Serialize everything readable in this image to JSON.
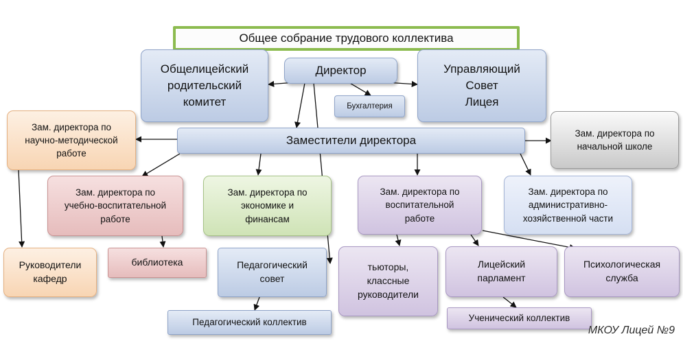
{
  "nodes": {
    "general_meeting": [
      "Общее собрание трудового коллектива"
    ],
    "director": [
      "Директор"
    ],
    "parent_committee": [
      "Общелицейский",
      "родительский",
      "комитет"
    ],
    "governing_council": [
      "Управляющий",
      "Совет",
      "Лицея"
    ],
    "accounting": [
      "Бухгалтерия"
    ],
    "deputies": [
      "Заместители директора"
    ],
    "deputy_scientific": [
      "Зам. директора по",
      "научно-методической",
      "работе"
    ],
    "deputy_primary": [
      "Зам. директора по",
      "начальной школе"
    ],
    "deputy_educational": [
      "Зам. директора по",
      "учебно-воспитательной",
      "работе"
    ],
    "deputy_economics": [
      "Зам. директора по",
      "экономике и",
      "финансам"
    ],
    "deputy_upbringing": [
      "Зам. директора по",
      "воспитательной",
      "работе"
    ],
    "deputy_admin": [
      "Зам. директора по",
      "административно-",
      "хозяйственной части"
    ],
    "dept_heads": [
      "Руководители",
      "кафедр"
    ],
    "library": [
      "библиотека"
    ],
    "pedagogical_council": [
      "Педагогический",
      "совет"
    ],
    "tutors": [
      "тьюторы,",
      "классные",
      "руководители"
    ],
    "lyceum_parliament": [
      "Лицейский",
      "парламент"
    ],
    "psych_service": [
      "Психологическая",
      "служба"
    ],
    "teaching_staff": [
      "Педагогический коллектив"
    ],
    "student_body": [
      "Ученический коллектив"
    ]
  },
  "watermark": "МКОУ Лицей №9"
}
